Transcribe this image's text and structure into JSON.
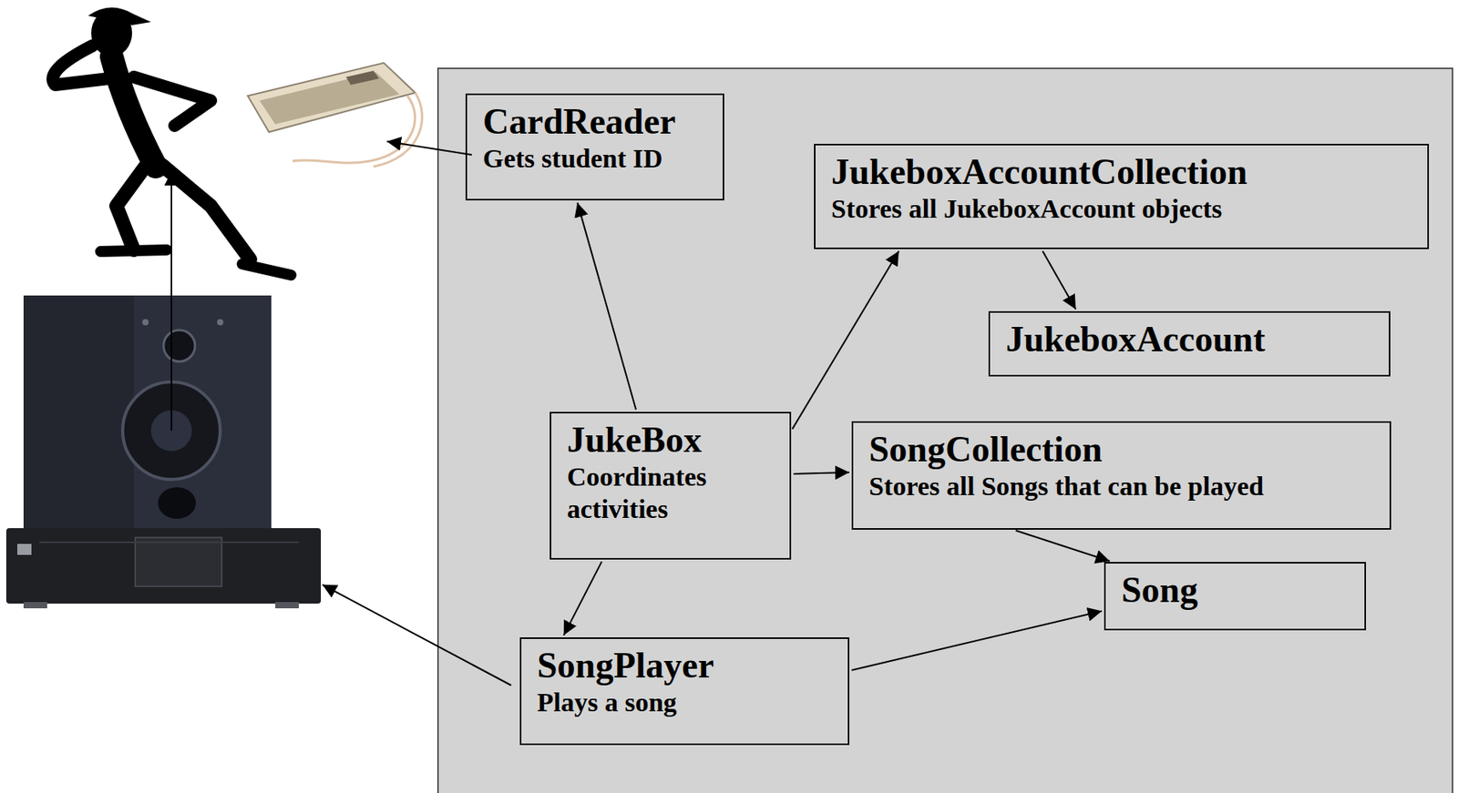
{
  "diagram": {
    "nodes": [
      {
        "text": [
          "CardReader",
          "Gets student ID"
        ]
      },
      {
        "text": [
          "JukeboxAccountCollection",
          "Stores all JukeboxAccount objects"
        ]
      },
      {
        "text": [
          "JukeboxAccount"
        ]
      },
      {
        "text": [
          "JukeBox",
          "Coordinates activities"
        ]
      },
      {
        "text": [
          "SongCollection",
          "Stores all Songs that can be played"
        ]
      },
      {
        "text": [
          "Song"
        ]
      },
      {
        "text": [
          "SongPlayer",
          "Plays a song"
        ]
      }
    ],
    "edges": [
      {
        "from": 3,
        "to": 0,
        "arrow": "to"
      },
      {
        "from": 3,
        "to": 1,
        "arrow": "to"
      },
      {
        "from": 1,
        "to": 2,
        "arrow": "to"
      },
      {
        "from": 3,
        "to": 4,
        "arrow": "to"
      },
      {
        "from": 4,
        "to": 5,
        "arrow": "to"
      },
      {
        "from": 3,
        "to": 6,
        "arrow": "to"
      },
      {
        "from": 6,
        "to": 5,
        "arrow": "to"
      }
    ]
  }
}
